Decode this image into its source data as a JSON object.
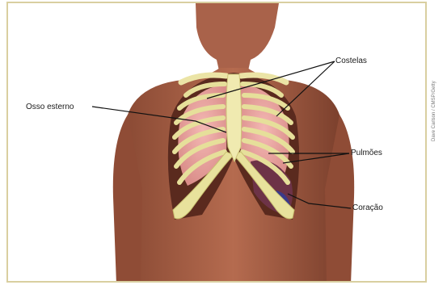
{
  "labels": {
    "costelas": "Costelas",
    "esterno": "Osso esterno",
    "pulmoes": "Pulmões",
    "coracao": "Coração"
  },
  "credit": "Dave Carlson / CMSP/Getty"
}
